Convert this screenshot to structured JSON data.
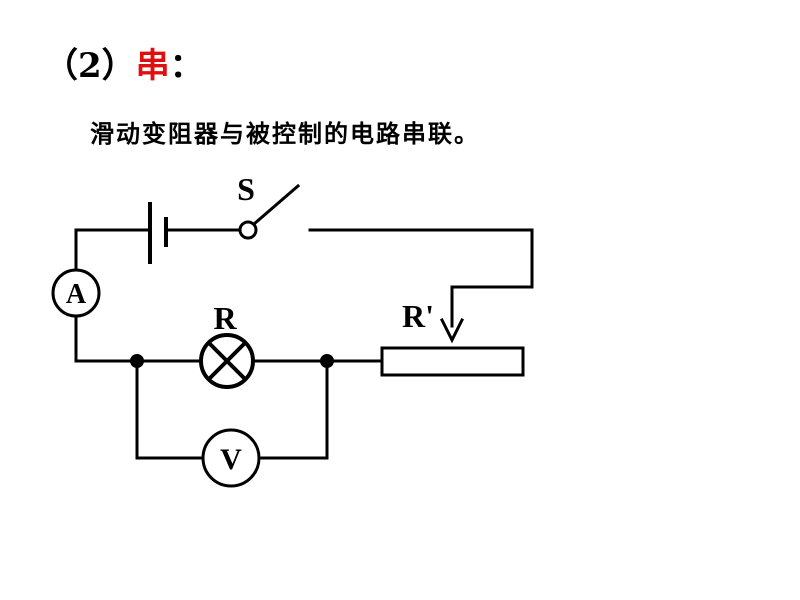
{
  "heading": {
    "number": "（2）",
    "keyword": "串",
    "colon": "："
  },
  "caption": "滑动变阻器与被控制的电路串联。",
  "circuit": {
    "switch_label": "S",
    "lamp_label": "R",
    "rheostat_label": "R'",
    "ammeter_label": "A",
    "voltmeter_label": "V"
  },
  "colors": {
    "accent": "#e01010",
    "ink": "#000000"
  }
}
